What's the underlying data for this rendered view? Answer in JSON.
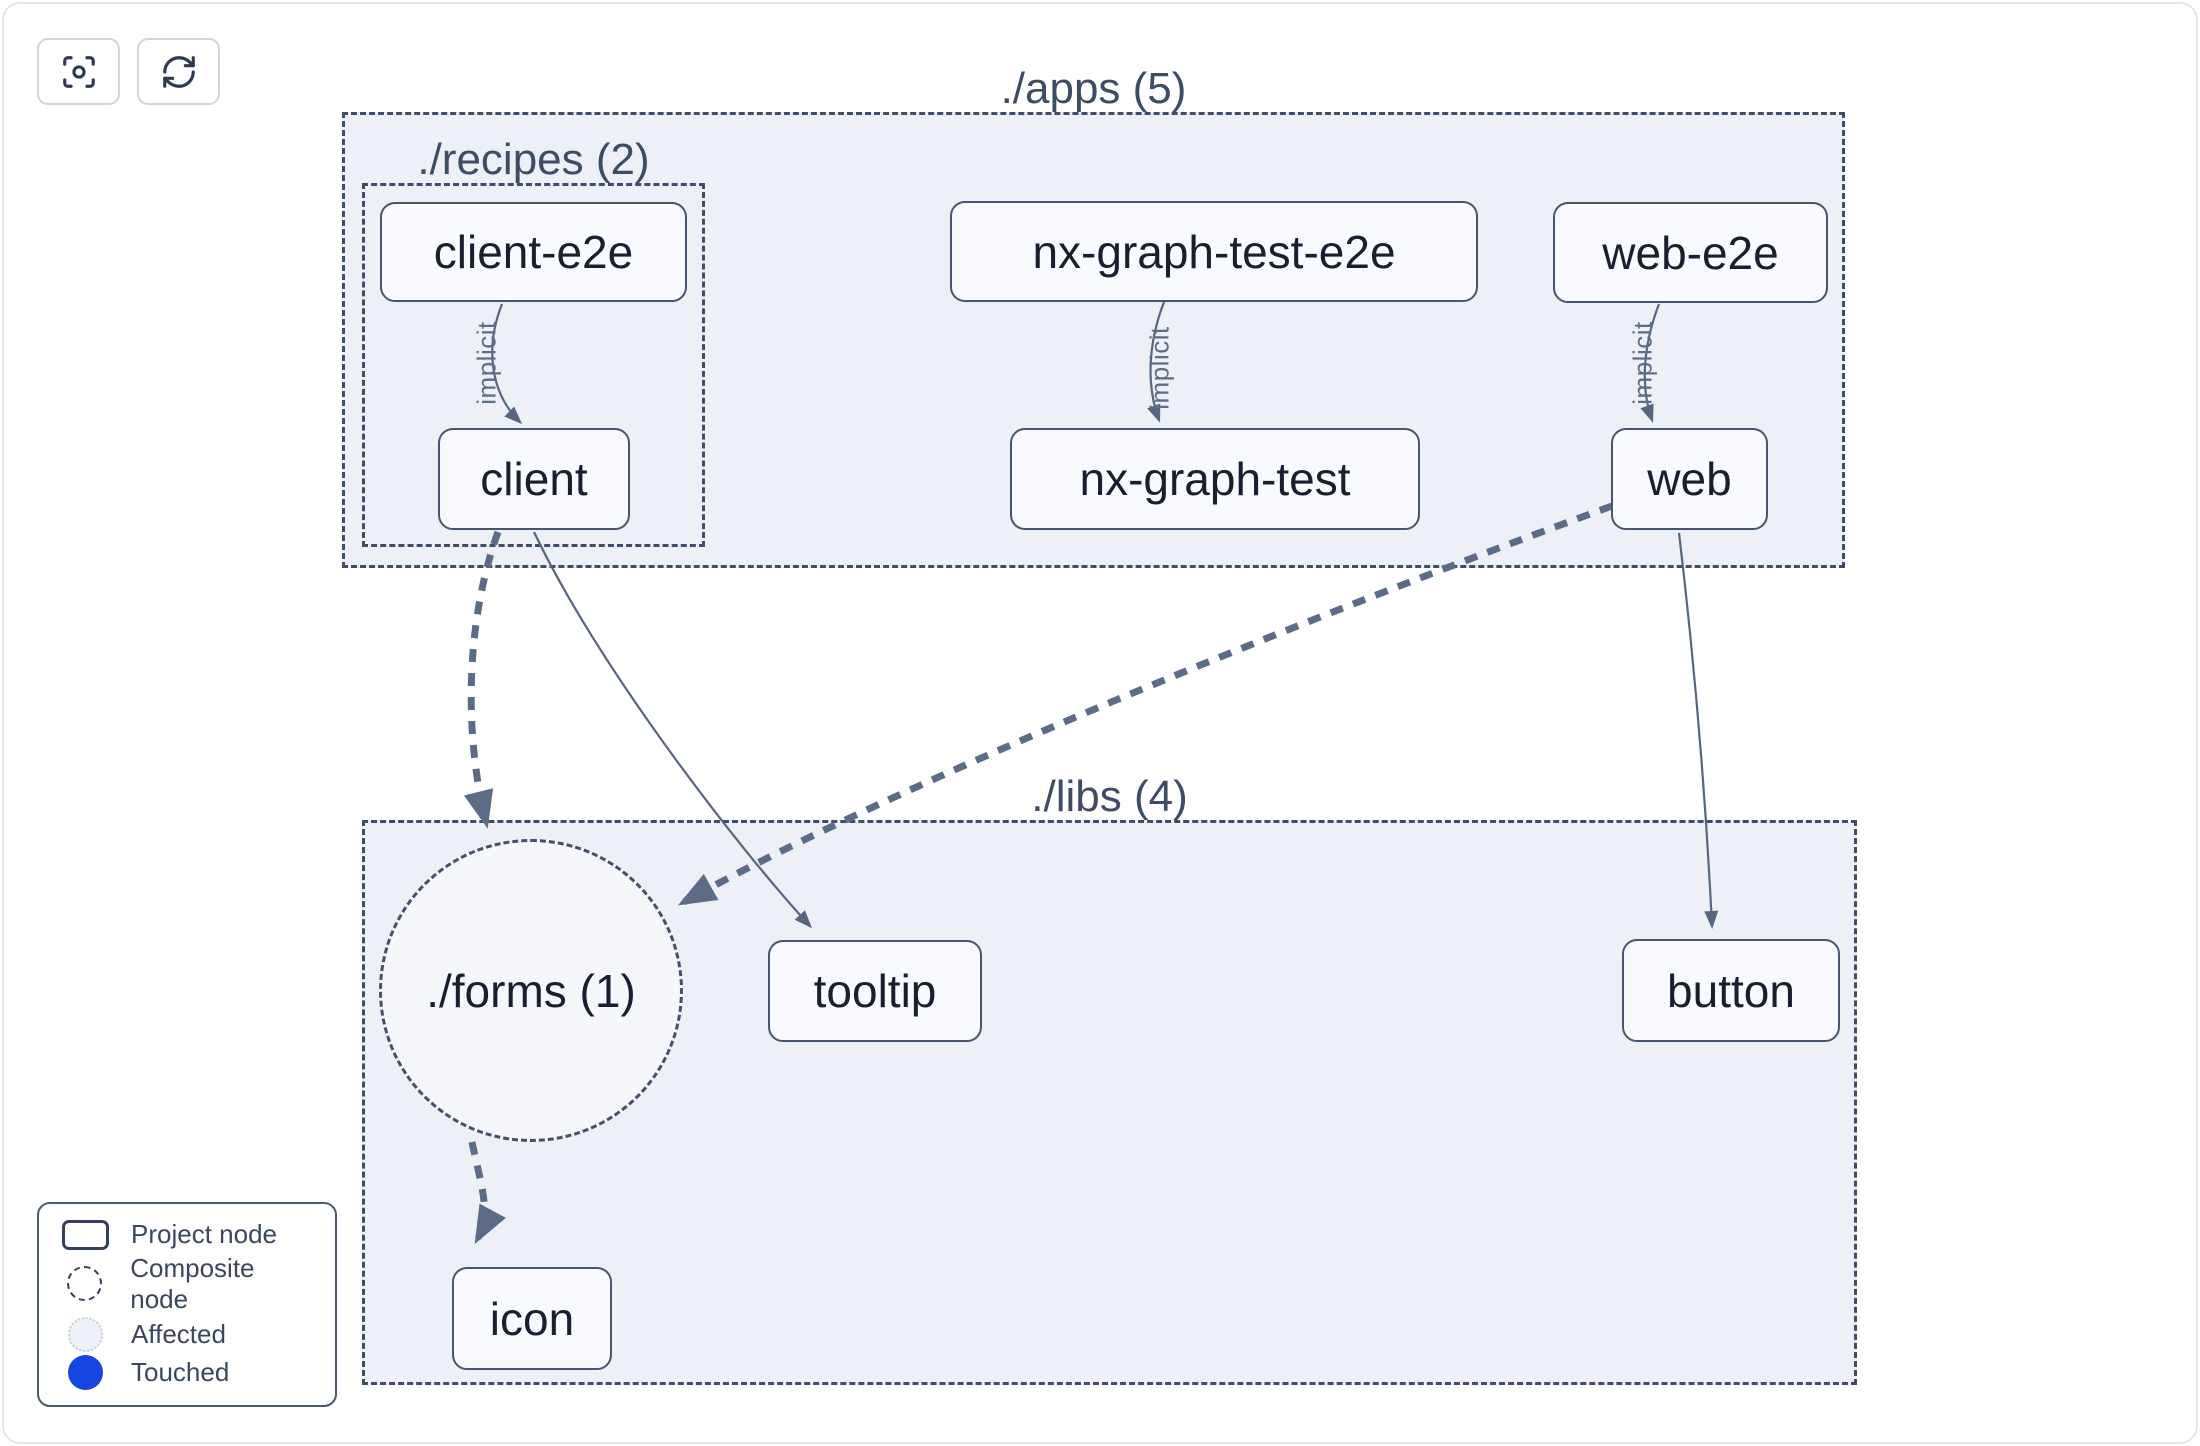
{
  "toolbar": {
    "buttons": [
      {
        "name": "focus",
        "icon": "scan-focus-icon"
      },
      {
        "name": "refresh",
        "icon": "refresh-icon"
      }
    ]
  },
  "groups": {
    "apps": {
      "label": "./apps (5)",
      "count": 5
    },
    "recipes": {
      "label": "./recipes (2)",
      "count": 2
    },
    "libs": {
      "label": "./libs (4)",
      "count": 4
    }
  },
  "composite_nodes": {
    "forms": {
      "label": "./forms (1)",
      "count": 1
    }
  },
  "project_nodes": {
    "client_e2e": {
      "label": "client-e2e"
    },
    "client": {
      "label": "client"
    },
    "nx_graph_test_e2e": {
      "label": "nx-graph-test-e2e"
    },
    "nx_graph_test": {
      "label": "nx-graph-test"
    },
    "web_e2e": {
      "label": "web-e2e"
    },
    "web": {
      "label": "web"
    },
    "tooltip": {
      "label": "tooltip"
    },
    "button": {
      "label": "button"
    },
    "icon": {
      "label": "icon"
    }
  },
  "edges": {
    "list": [
      {
        "from": "client-e2e",
        "to": "client",
        "style": "thin-solid",
        "label": "implicit"
      },
      {
        "from": "nx-graph-test-e2e",
        "to": "nx-graph-test",
        "style": "thin-solid",
        "label": "implicit"
      },
      {
        "from": "web-e2e",
        "to": "web",
        "style": "thin-solid",
        "label": "implicit"
      },
      {
        "from": "client",
        "to": "./forms (1)",
        "style": "thick-dashed",
        "label": ""
      },
      {
        "from": "client",
        "to": "tooltip",
        "style": "thin-solid",
        "label": ""
      },
      {
        "from": "web",
        "to": "./forms (1)",
        "style": "thick-dashed",
        "label": ""
      },
      {
        "from": "web",
        "to": "button",
        "style": "thin-solid",
        "label": ""
      },
      {
        "from": "./forms (1)",
        "to": "icon",
        "style": "thick-dashed",
        "label": ""
      }
    ]
  },
  "legend": {
    "items": [
      {
        "swatch": "project-node-rect",
        "label": "Project node"
      },
      {
        "swatch": "composite-node-dashed-circle",
        "label": "Composite node"
      },
      {
        "swatch": "affected-light-circle",
        "label": "Affected"
      },
      {
        "swatch": "touched-filled-circle",
        "label": "Touched"
      }
    ]
  },
  "colors": {
    "touched_blue": "#1545e0",
    "group_fill": "#edf0f6",
    "group_border": "#3f4d68",
    "node_border": "#47566f",
    "edge": "#5d6c86",
    "text_dark": "#18202f",
    "text_group_title": "#3e4c64"
  }
}
